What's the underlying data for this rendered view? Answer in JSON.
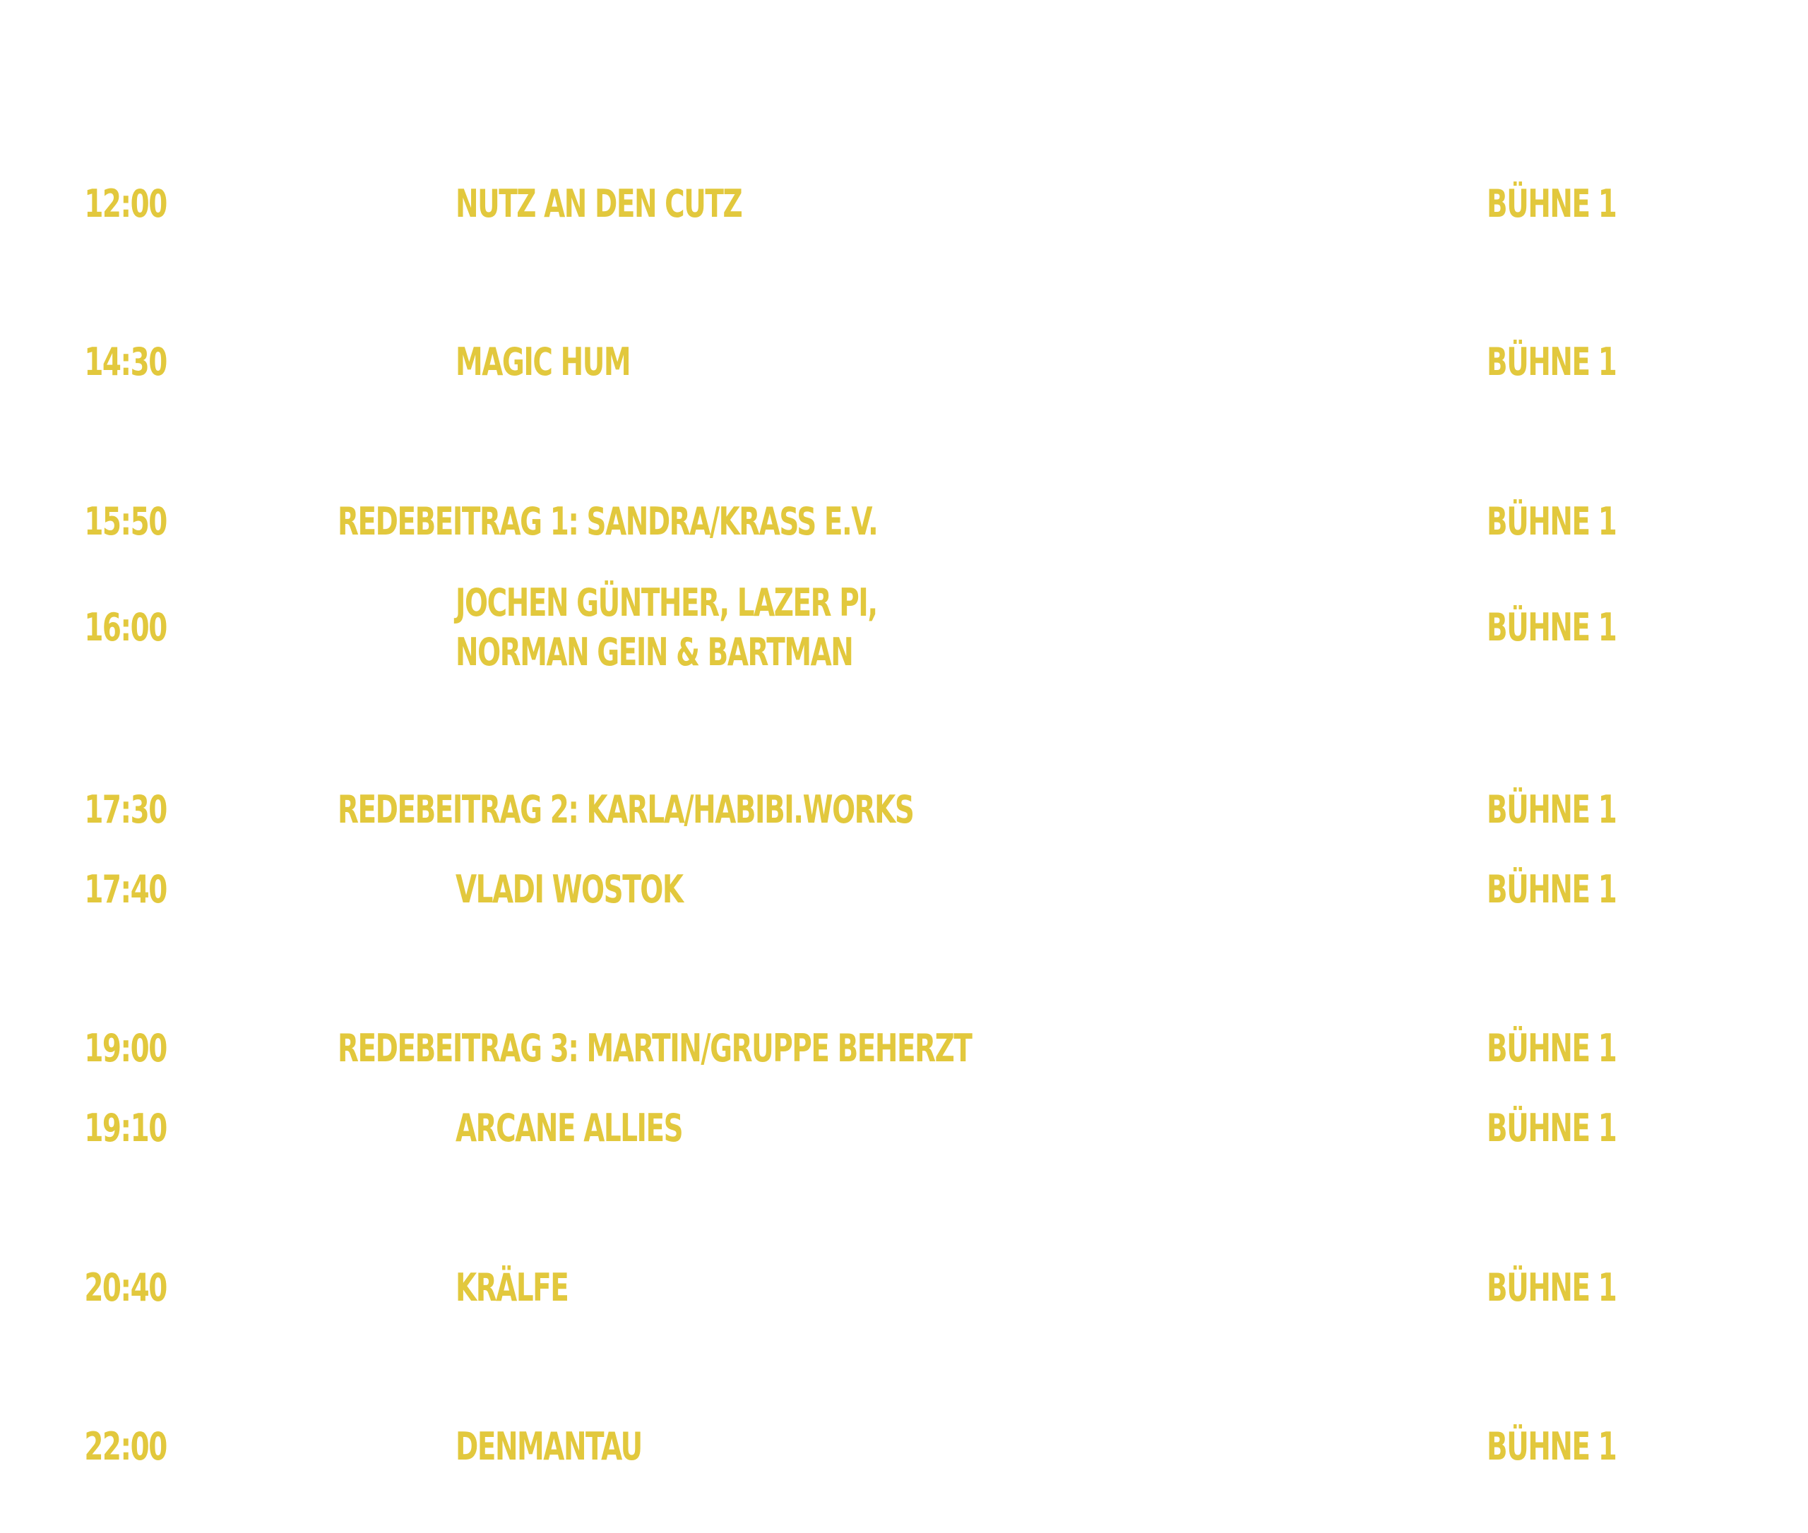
{
  "text_color": "#e2c83d",
  "background_color": "#ffffff",
  "schedule": [
    {
      "time": "12:00",
      "act": "Nutz an den Cutz",
      "stage": "Bühne 1",
      "kind": "band"
    },
    {
      "time": "14:30",
      "act": "Magic Hum",
      "stage": "Bühne 1",
      "kind": "band"
    },
    {
      "time": "15:50",
      "act": "Redebeitrag 1:  Sandra/KRASS e.V.",
      "stage": "Bühne 1",
      "kind": "talk"
    },
    {
      "time": "16:00",
      "act_lines": [
        "Jochen Günther, Lazer Pi,",
        "Norman Gein & Bartman"
      ],
      "stage": "Bühne 1",
      "kind": "band"
    },
    {
      "time": "17:30",
      "act": "Redebeitrag 2: Karla/habibi.works",
      "stage": "Bühne 1",
      "kind": "talk"
    },
    {
      "time": "17:40",
      "act": "Vladi Wostok",
      "stage": "Bühne 1",
      "kind": "band"
    },
    {
      "time": "19:00",
      "act": "Redebeitrag 3: Martin/Gruppe Beherzt",
      "stage": "Bühne 1",
      "kind": "talk"
    },
    {
      "time": "19:10",
      "act": "Arcane Allies",
      "stage": "Bühne 1",
      "kind": "band"
    },
    {
      "time": "20:40",
      "act": "Krälfe",
      "stage": "Bühne 1",
      "kind": "band"
    },
    {
      "time": "22:00",
      "act": "Denmantau",
      "stage": "Bühne 1",
      "kind": "band"
    }
  ]
}
